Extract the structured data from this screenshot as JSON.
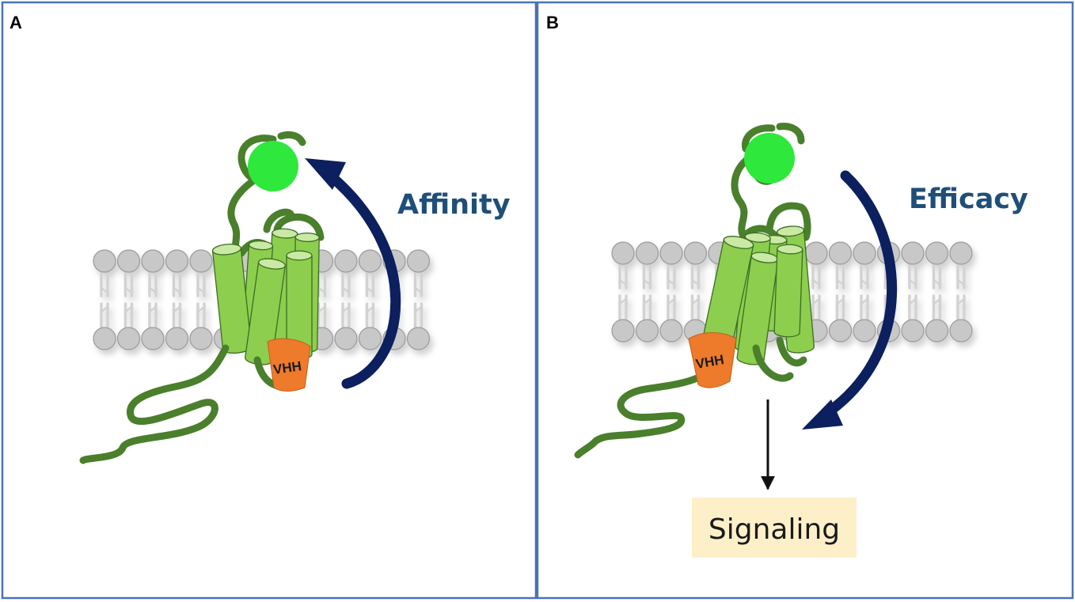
{
  "colors": {
    "panel_border": "#4a72b8",
    "helix_fill": "#8dce4e",
    "helix_top": "#c9e9a4",
    "helix_stroke": "#3b6d22",
    "loop": "#4a7f2c",
    "ligand": "#2ee83c",
    "vhh_fill": "#ee7a2c",
    "arrow": "#0c1f5e",
    "label_text": "#1f4e79",
    "lipid_head": "#c8c8c8",
    "lipid_stroke": "#9a9a9a",
    "signal_box": "#fdf0c8"
  },
  "panel_a": {
    "letter": "A",
    "mechanism_label": "Affinity",
    "vhh_label": "VHH"
  },
  "panel_b": {
    "letter": "B",
    "mechanism_label": "Efficacy",
    "vhh_label": "VHH",
    "output_label": "Signaling"
  }
}
